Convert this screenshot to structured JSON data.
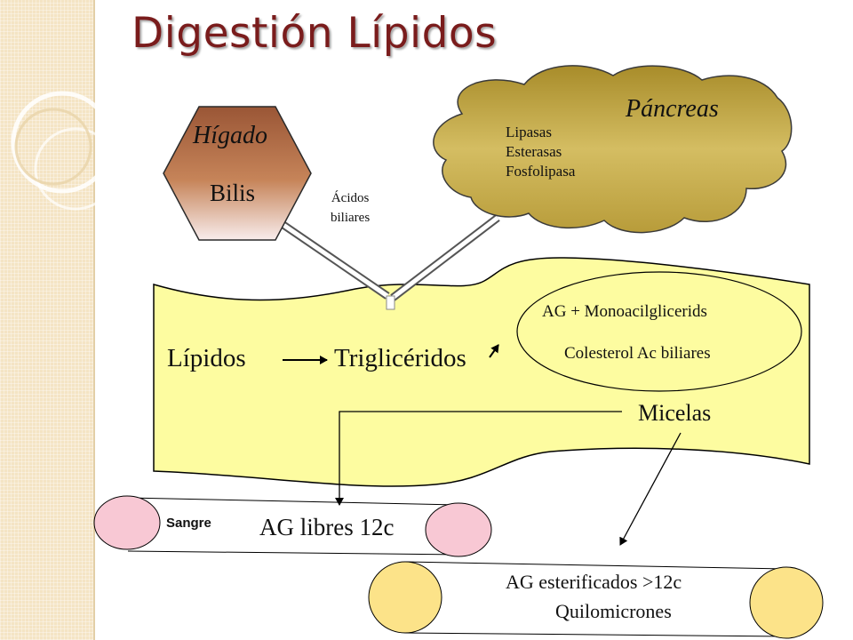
{
  "title": "Digestión Lípidos",
  "liver": {
    "name": "Hígado",
    "product": "Bilis"
  },
  "bile_acids": [
    "Ácidos",
    "biliares"
  ],
  "pancreas": {
    "name": "Páncreas",
    "enzymes": [
      "Lipasas",
      "Esterasas",
      "Fosfolipasa"
    ]
  },
  "intestine": {
    "lipids": "Lípidos",
    "triglycerides": "Triglicéridos",
    "products": [
      "AG + Monoacilglicerids",
      "Colesterol Ac biliares"
    ],
    "micelles": "Micelas"
  },
  "blood": {
    "label": "Sangre",
    "content": "AG libres 12c"
  },
  "lymph": {
    "content": [
      "AG esterificados >12c",
      "Quilomicrones"
    ]
  },
  "colors": {
    "title": "#7a1c1c",
    "intestine": "#fdfca0",
    "pancreas": "#c9b050",
    "liver_top": "#a86442",
    "liver_bottom": "#f7e7e7",
    "blood_cap": "#f8c8d4",
    "lymph_cap": "#fce389"
  }
}
